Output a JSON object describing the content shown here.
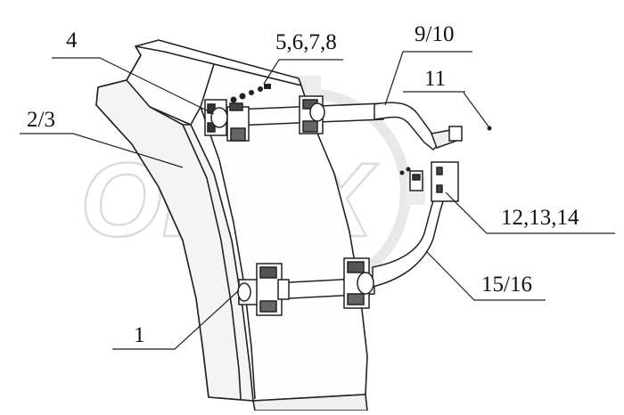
{
  "watermark": {
    "text": "OPEX",
    "color": "#e6e6e6"
  },
  "callouts": [
    {
      "id": "c4",
      "text": "4"
    },
    {
      "id": "c5678",
      "text": "5,6,7,8"
    },
    {
      "id": "c910",
      "text": "9/10"
    },
    {
      "id": "c11",
      "text": "11"
    },
    {
      "id": "c23",
      "text": "2/3"
    },
    {
      "id": "c121314",
      "text": "12,13,14"
    },
    {
      "id": "c1516",
      "text": "15/16"
    },
    {
      "id": "c1",
      "text": "1"
    }
  ],
  "colors": {
    "line": "#222222",
    "fender_fill": "#ffffff",
    "shade": "#d9d9d9"
  }
}
